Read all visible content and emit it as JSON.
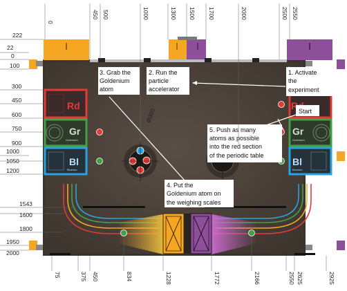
{
  "dimensions": {
    "top": [
      "0",
      "450",
      "500",
      "1000",
      "1300",
      "1500",
      "1700",
      "2000",
      "2500",
      "2550"
    ],
    "bottom": [
      "75",
      "375",
      "450",
      "834",
      "1228",
      "1772",
      "2166",
      "2550",
      "2625",
      "2925"
    ],
    "left": [
      "222",
      "22",
      "0",
      "100",
      "300",
      "450",
      "600",
      "750",
      "900",
      "1000",
      "1050",
      "1200",
      "1543",
      "1600",
      "1800",
      "1950",
      "2000"
    ],
    "diameter_label": "Ø350"
  },
  "callouts": {
    "activate": [
      "1. Activate",
      "the",
      "experiment"
    ],
    "run": [
      "2. Run the",
      "particle",
      "accelerator"
    ],
    "grab": [
      "3. Grab the",
      "Goldenium",
      "atom"
    ],
    "weigh": [
      "4. Put the",
      "Goldenium atom on",
      "the weighing scales"
    ],
    "push": [
      "5. Push as many",
      "atoms as possible",
      "into the red section",
      "of the periodic table"
    ],
    "start": "Start"
  },
  "table_left": {
    "rd": {
      "symbol": "Rd",
      "name": "",
      "color": "#e53935"
    },
    "gr": {
      "symbol": "Gr",
      "name": "Greenium",
      "color": "#43a047"
    },
    "bl": {
      "symbol": "Bl",
      "name": "Blueium",
      "color": "#29a3e0"
    }
  },
  "table_right": {
    "rd": {
      "symbol": "Rd",
      "name": "",
      "color": "#e53935"
    },
    "gr": {
      "symbol": "Gr",
      "name": "Greenium",
      "color": "#43a047"
    },
    "bl": {
      "symbol": "Bl",
      "name": "Blueium",
      "color": "#29a3e0"
    }
  },
  "colors": {
    "table_floor": "#4a4038",
    "yellow_zone": "#f5a623",
    "purple_zone": "#8e4f9a",
    "red": "#e53935",
    "green": "#43a047",
    "blue": "#29a3e0"
  }
}
